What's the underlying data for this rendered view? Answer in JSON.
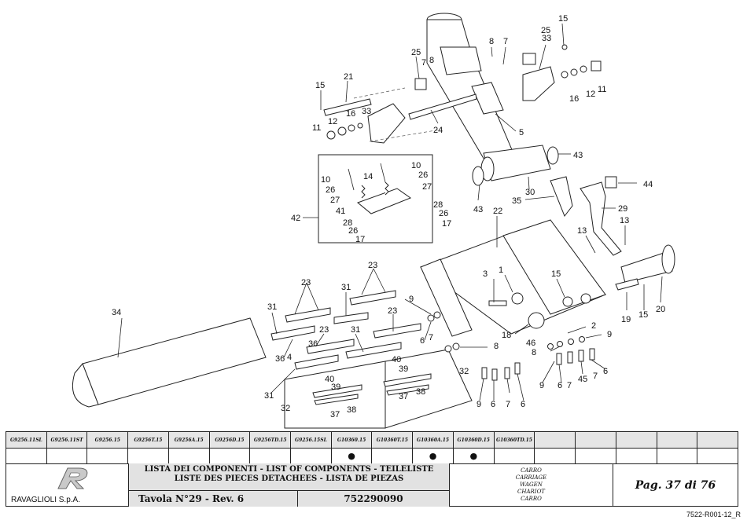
{
  "callouts": {
    "c15a": "15",
    "c25a": "25",
    "c33a": "33",
    "c8a": "8",
    "c7a": "7",
    "c16a": "16",
    "c12a": "12",
    "c11a": "11",
    "c25b": "25",
    "c7b": "7",
    "c8b": "8",
    "c15b": "15",
    "c21": "21",
    "c16b": "16",
    "c33b": "33",
    "c12b": "12",
    "c11b": "11",
    "c24": "24",
    "c5": "5",
    "c43a": "43",
    "c43b": "43",
    "c30": "30",
    "c44": "44",
    "c35": "35",
    "c29": "29",
    "c22": "22",
    "c10a": "10",
    "c26a": "26",
    "c27a": "27",
    "c10b": "10",
    "c26b": "26",
    "c14": "14",
    "c27b": "27",
    "c42": "42",
    "c41": "41",
    "c28a": "28",
    "c26c": "26",
    "c17a": "17",
    "c28b": "28",
    "c26d": "26",
    "c17b": "17",
    "c13a": "13",
    "c13b": "13",
    "c3": "3",
    "c1": "1",
    "c15c": "15",
    "c19": "19",
    "c15d": "15",
    "c20": "20",
    "c23a": "23",
    "c23b": "23",
    "c31a": "31",
    "c31b": "31",
    "c34": "34",
    "c36a": "36",
    "c36b": "36",
    "c4": "4",
    "c23c": "23",
    "c31c": "31",
    "c23d": "23",
    "c31d": "31",
    "c9a": "9",
    "c6a": "6",
    "c7c": "7",
    "c18": "18",
    "c2": "2",
    "c46": "46",
    "c8c": "8",
    "c9b": "9",
    "c8d": "8",
    "c40a": "40",
    "c39a": "39",
    "c32a": "32",
    "c38a": "38",
    "c37a": "37",
    "c40b": "40",
    "c39b": "39",
    "c38b": "38",
    "c37b": "37",
    "c32b": "32",
    "c9c": "9",
    "c6b": "6",
    "c7d": "7",
    "c6c": "6",
    "c9d": "9",
    "c6d": "6",
    "c7e": "7",
    "c45": "45",
    "c7f": "7",
    "c6e": "6"
  },
  "models": [
    {
      "name": "G9256.11SL",
      "mark": ""
    },
    {
      "name": "G9256.11ST",
      "mark": ""
    },
    {
      "name": "G9256.15",
      "mark": ""
    },
    {
      "name": "G9256T.15",
      "mark": ""
    },
    {
      "name": "G9256A.15",
      "mark": ""
    },
    {
      "name": "G9256D.15",
      "mark": ""
    },
    {
      "name": "G9256TD.15",
      "mark": ""
    },
    {
      "name": "G9256.15SL",
      "mark": ""
    },
    {
      "name": "G10360.15",
      "mark": "●"
    },
    {
      "name": "G10360T.15",
      "mark": ""
    },
    {
      "name": "G10360A.15",
      "mark": "●"
    },
    {
      "name": "G10360D.15",
      "mark": "●"
    },
    {
      "name": "G10360TD.15",
      "mark": ""
    },
    {
      "name": "",
      "mark": ""
    },
    {
      "name": "",
      "mark": ""
    },
    {
      "name": "",
      "mark": ""
    },
    {
      "name": "",
      "mark": ""
    },
    {
      "name": "",
      "mark": ""
    }
  ],
  "title_block": {
    "company": "RAVAGLIOLI S.p.A.",
    "list_title_1": "LISTA DEI COMPONENTI - LIST OF COMPONENTS - TEILELISTE",
    "list_title_2": "LISTE DES PIECES DETACHEES - LISTA DE PIEZAS",
    "tavola": "Tavola N°29 - Rev. 6",
    "code": "752290090",
    "carriage": [
      "CARRO",
      "CARRIAGE",
      "WAGEN",
      "CHARIOT",
      "CARRO"
    ],
    "page": "Pag. 37 di 76",
    "doc_ref": "7522-R001-12_R"
  },
  "colors": {
    "line": "#222222",
    "header_bg": "#e5e5e5",
    "title_bg": "#e2e2e2"
  }
}
